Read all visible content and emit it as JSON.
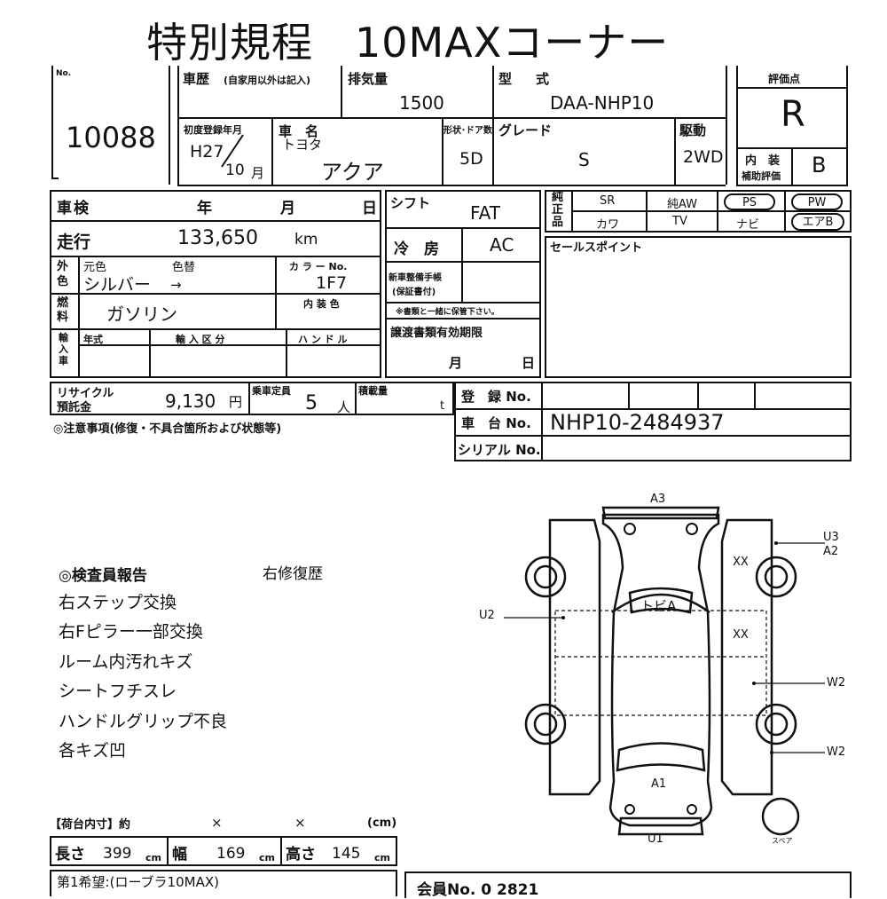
{
  "title": "特別規程　10MAXコーナー",
  "lot": {
    "no_label": "No.",
    "no": "10088"
  },
  "header": {
    "history_label": "車歴",
    "history_note": "(自家用以外は記入)",
    "displacement_label": "排気量",
    "displacement": "1500",
    "model_label": "型　式",
    "model": "DAA-NHP10",
    "score_label": "評価点",
    "score": "R",
    "first_reg_label": "初度登録年月",
    "first_reg_year": "H27",
    "first_reg_month": "10",
    "month_unit": "月",
    "car_name_label": "車　名",
    "maker": "トヨタ",
    "car_name": "アクア",
    "doors_label": "形状･ドア数",
    "doors": "5D",
    "grade_label": "グレード",
    "grade": "S",
    "drive_label": "駆動",
    "drive": "2WD",
    "interior_label": "内　装",
    "interior_sub": "補助評価",
    "interior_score": "B"
  },
  "inspection": {
    "label": "車検",
    "year": "年",
    "month": "月",
    "day": "日"
  },
  "shift": {
    "label": "シフト",
    "value": "FAT"
  },
  "equip": {
    "label": "純正品",
    "items": [
      "SR",
      "純AW",
      "PS",
      "PW",
      "カワ",
      "TV",
      "ナビ",
      "エアB"
    ],
    "circled": [
      "PS",
      "PW",
      "エアB"
    ]
  },
  "mileage": {
    "label": "走行",
    "value": "133,650",
    "unit": "km"
  },
  "ac": {
    "label": "冷　房",
    "value": "AC"
  },
  "sales_point_label": "セールスポイント",
  "color": {
    "label": "外色",
    "orig_label": "元色",
    "change_label": "色替",
    "value": "シルバー",
    "arrow": "→",
    "code_label": "カ ラ ー No.",
    "code": "1F7",
    "interior_color_label": "内 装 色"
  },
  "fuel": {
    "label": "燃料",
    "value": "ガソリン"
  },
  "service": {
    "label": "新車整備手帳",
    "sub": "(保証書付)",
    "note": "※書類と一緒に保管下さい。"
  },
  "import": {
    "label": "輸入車",
    "year_label": "年式",
    "type_label": "輸 入 区 分",
    "handle_label": "ハ ン ド ル"
  },
  "transfer": {
    "label": "譲渡書類有効期限",
    "month": "月",
    "day": "日"
  },
  "recycle": {
    "label1": "リサイクル",
    "label2": "預託金",
    "value": "9,130",
    "unit": "円"
  },
  "capacity": {
    "label": "乗車定員",
    "value": "5",
    "unit": "人"
  },
  "load": {
    "label": "積載量",
    "unit": "t"
  },
  "reg_no_label": "登　録 No.",
  "chassis": {
    "label": "車　台 No.",
    "value": "NHP10-2484937"
  },
  "serial_label": "シリアル No.",
  "notes_label": "◎注意事項(修復・不具合箇所および状態等)",
  "report": {
    "title": "◎検査員報告",
    "repair": "右修復歴",
    "lines": [
      "右ステップ交換",
      "右Fピラー一部交換",
      "ルーム内汚れキズ",
      "シートフチスレ",
      "ハンドルグリップ不良",
      "各キズ凹"
    ]
  },
  "diagram": {
    "a3": "A3",
    "u3": "U3",
    "a2": "A2",
    "xx1": "XX",
    "xx2": "XX",
    "u2": "U2",
    "tobia": "トビA",
    "w2a": "W2",
    "w2b": "W2",
    "a1": "A1",
    "u1": "U1",
    "spare": "スペア"
  },
  "cargo": {
    "label": "【荷台内寸】約",
    "x1": "×",
    "x2": "×",
    "unit": "(cm)",
    "length_label": "長さ",
    "length": "399",
    "width_label": "幅",
    "width": "169",
    "height_label": "高さ",
    "height": "145",
    "cm": "cm"
  },
  "first_choice": "第1希望:(ローブラ10MAX)",
  "member": "会員No. 0 2821"
}
